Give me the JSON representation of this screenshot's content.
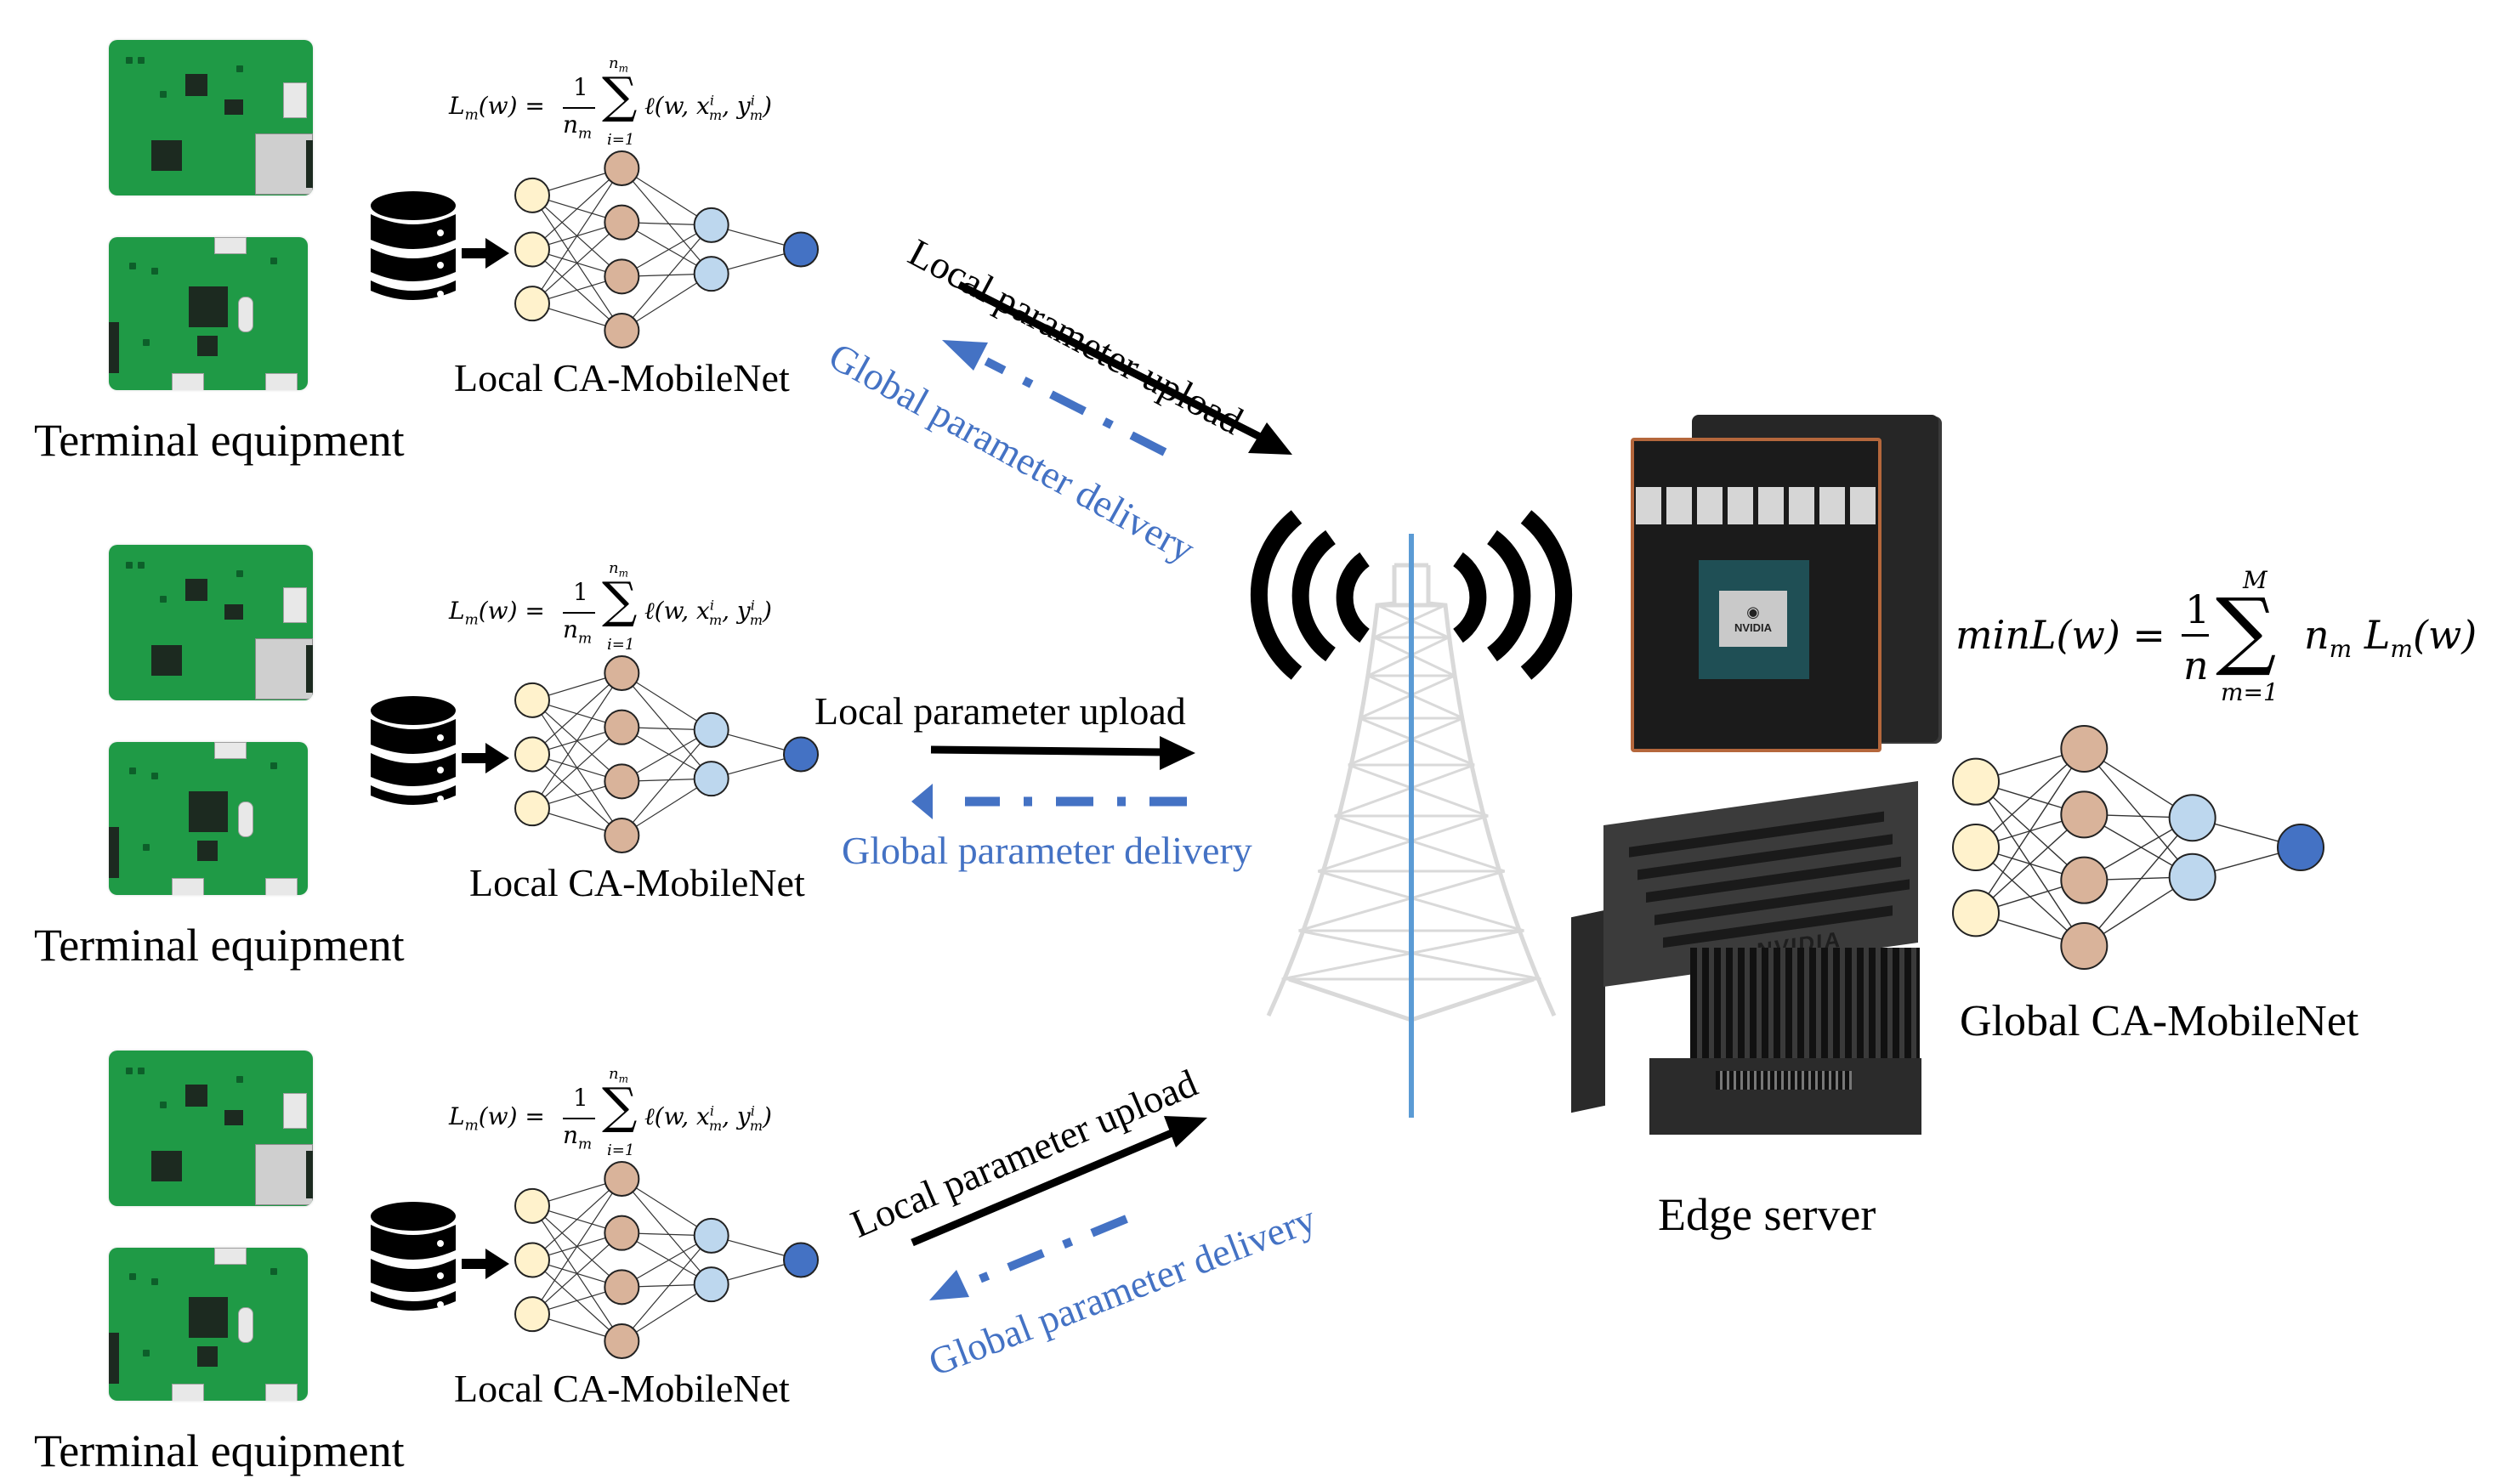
{
  "figure": {
    "type": "federated-learning-architecture",
    "colors": {
      "upload_arrow": "#000000",
      "delivery_arrow": "#4472c4",
      "delivery_text": "#4472c4",
      "tower_mast": "#5b9bd5",
      "tower_frame": "#d9d9d9",
      "signal_waves": "#000000",
      "nn_input": "#fff2cc",
      "nn_hidden1": "#d9b39a",
      "nn_hidden2": "#bdd7ee",
      "nn_output": "#4472c4",
      "pcb_green": "#1f9a46"
    }
  },
  "clients": [
    {
      "device_label": "Terminal equipment",
      "model_label": "Local CA-MobileNet",
      "loss_formula": {
        "lhs": "L",
        "lhs_sub": "m",
        "arg": "(w) =",
        "frac_num": "1",
        "frac_den": "n",
        "frac_den_sub": "m",
        "sum_top": "n",
        "sum_top_sub": "m",
        "sum_bottom": "i=1",
        "body": "ℓ(w, x",
        "x_sup": "i",
        "x_sub": "m",
        "mid": ", y",
        "y_sup": "i",
        "y_sub": "m",
        "close": ")"
      },
      "upload_label": "Local parameter upload",
      "delivery_label": "Global parameter delivery"
    },
    {
      "device_label": "Terminal equipment",
      "model_label": "Local CA-MobileNet",
      "loss_formula": {
        "lhs": "L",
        "lhs_sub": "m",
        "arg": "(w) =",
        "frac_num": "1",
        "frac_den": "n",
        "frac_den_sub": "m",
        "sum_top": "n",
        "sum_top_sub": "m",
        "sum_bottom": "i=1",
        "body": "ℓ(w, x",
        "x_sup": "i",
        "x_sub": "m",
        "mid": ", y",
        "y_sup": "i",
        "y_sub": "m",
        "close": ")"
      },
      "upload_label": "Local parameter upload",
      "delivery_label": "Global parameter delivery"
    },
    {
      "device_label": "Terminal equipment",
      "model_label": "Local CA-MobileNet",
      "loss_formula": {
        "lhs": "L",
        "lhs_sub": "m",
        "arg": "(w) =",
        "frac_num": "1",
        "frac_den": "n",
        "frac_den_sub": "m",
        "sum_top": "n",
        "sum_top_sub": "m",
        "sum_bottom": "i=1",
        "body": "ℓ(w, x",
        "x_sup": "i",
        "x_sub": "m",
        "mid": ", y",
        "y_sup": "i",
        "y_sub": "m",
        "close": ")"
      },
      "upload_label": "Local parameter upload",
      "delivery_label": "Global parameter delivery"
    }
  ],
  "server": {
    "label": "Edge server",
    "board_brand": "NVIDIA",
    "box_brand": "NVIDIA",
    "model_label": "Global CA-MobileNet",
    "objective": {
      "lhs": "minL(w) =",
      "frac_num": "1",
      "frac_den": "n",
      "sum_top": "M",
      "sum_bottom": "m=1",
      "body_n": "n",
      "body_n_sub": "m",
      "body_L": " L",
      "body_L_sub": "m",
      "body_close": "(w)"
    }
  },
  "network": {
    "layers": [
      3,
      4,
      2,
      1
    ]
  },
  "icons": {
    "database": "database-icon",
    "arrow": "arrow-right-icon",
    "tower": "cell-tower-icon",
    "signal": "wireless-signal-icon"
  }
}
